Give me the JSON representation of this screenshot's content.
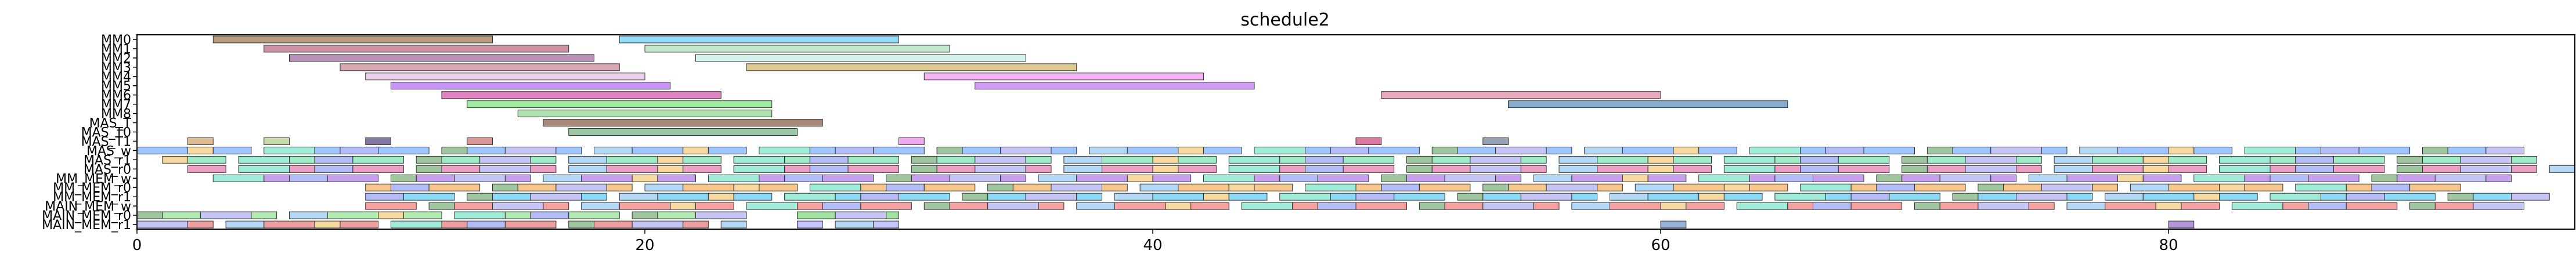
{
  "chart_data": {
    "type": "gantt",
    "title": "schedule2",
    "xlabel": "",
    "ylabel": "",
    "xlim": [
      0,
      96
    ],
    "x_ticks": [
      0,
      20,
      40,
      60,
      80
    ],
    "x_tick_labels": [
      "0",
      "20",
      "40",
      "60",
      "80"
    ],
    "grid": false,
    "legend": "none",
    "rows": [
      "MAIN_MEM_r1",
      "MAIN_MEM_r0",
      "MAIN_MEM_w",
      "MM_MEM_r1",
      "MM_MEM_r0",
      "MM_MEM_w",
      "MAS_r0",
      "MAS_r1",
      "MAS_w",
      "MAS_T1",
      "MAS_T0",
      "MAS_T",
      "MM8",
      "MM7",
      "MM6",
      "MM5",
      "MM4",
      "MM3",
      "MM2",
      "MM1",
      "MM0"
    ],
    "y_tick_labels": [
      "MAIN_MEM_r1",
      "MAIN_MEM_r0",
      "MAIN_MEM_w",
      "MM_MEM_r1",
      "MM_MEM_r0",
      "MM_MEM_w",
      "MAS_r0",
      "MAS_r1",
      "MAS_w",
      "MAS_T1",
      "MAS_T0",
      "MAS_T",
      "MM8",
      "MM7",
      "MM6",
      "MM5",
      "MM4",
      "MM3",
      "MM2",
      "MM1",
      "MM0"
    ],
    "bars": [
      {
        "row": "MM0",
        "start": 3,
        "end": 14,
        "color": "#8b5a2b"
      },
      {
        "row": "MM0",
        "start": 19,
        "end": 30,
        "color": "#4fc3f7"
      },
      {
        "row": "MM1",
        "start": 5,
        "end": 17,
        "color": "#b04a6a"
      },
      {
        "row": "MM1",
        "start": 20,
        "end": 32,
        "color": "#9ad8a8"
      },
      {
        "row": "MM2",
        "start": 6,
        "end": 18,
        "color": "#8a4a8a"
      },
      {
        "row": "MM2",
        "start": 22,
        "end": 35,
        "color": "#b8e8e0"
      },
      {
        "row": "MM3",
        "start": 8,
        "end": 19,
        "color": "#c07080"
      },
      {
        "row": "MM3",
        "start": 24,
        "end": 37,
        "color": "#c8a848"
      },
      {
        "row": "MM4",
        "start": 9,
        "end": 20,
        "color": "#e0b0e0"
      },
      {
        "row": "MM4",
        "start": 31,
        "end": 42,
        "color": "#ee82ee"
      },
      {
        "row": "MM5",
        "start": 10,
        "end": 21,
        "color": "#a24ff0"
      },
      {
        "row": "MM5",
        "start": 33,
        "end": 44,
        "color": "#b05cf0"
      },
      {
        "row": "MM6",
        "start": 12,
        "end": 23,
        "color": "#cc3399"
      },
      {
        "row": "MM6",
        "start": 49,
        "end": 60,
        "color": "#d87093"
      },
      {
        "row": "MM7",
        "start": 13,
        "end": 25,
        "color": "#66dd66"
      },
      {
        "row": "MM7",
        "start": 54,
        "end": 65,
        "color": "#3a7ab0"
      },
      {
        "row": "MM8",
        "start": 15,
        "end": 25,
        "color": "#7acc7a"
      },
      {
        "row": "MAS_T",
        "start": 16,
        "end": 27,
        "color": "#6a3a20"
      },
      {
        "row": "MAS_T0",
        "start": 17,
        "end": 26,
        "color": "#5aa06a"
      },
      {
        "row": "MAS_T1",
        "start": 2,
        "end": 3,
        "color": "#c89050"
      },
      {
        "row": "MAS_T1",
        "start": 5,
        "end": 6,
        "color": "#a0c070"
      },
      {
        "row": "MAS_T1",
        "start": 9,
        "end": 10,
        "color": "#302060"
      },
      {
        "row": "MAS_T1",
        "start": 13,
        "end": 14,
        "color": "#c05050"
      },
      {
        "row": "MAS_T1",
        "start": 30,
        "end": 31,
        "color": "#e070e0"
      },
      {
        "row": "MAS_T1",
        "start": 48,
        "end": 49,
        "color": "#c02060"
      },
      {
        "row": "MAS_T1",
        "start": 53,
        "end": 54,
        "color": "#506080"
      },
      {
        "row": "MAS_w",
        "start": 0,
        "end": 94,
        "color": "#60a0ff",
        "pattern": true
      },
      {
        "row": "MAS_r1",
        "start": 1,
        "end": 95,
        "color": "#60e0a0",
        "pattern": true
      },
      {
        "row": "MAS_r0",
        "start": 2,
        "end": 96,
        "color": "#e060a0",
        "pattern": true
      },
      {
        "row": "MM_MEM_w",
        "start": 3,
        "end": 94,
        "color": "#a060e0",
        "pattern": true
      },
      {
        "row": "MM_MEM_r0",
        "start": 9,
        "end": 92,
        "color": "#f0a040",
        "pattern": true
      },
      {
        "row": "MM_MEM_r1",
        "start": 9,
        "end": 95,
        "color": "#40c0f0",
        "pattern": true
      },
      {
        "row": "MAIN_MEM_w",
        "start": 9,
        "end": 94,
        "color": "#f06060",
        "pattern": true
      },
      {
        "row": "MAIN_MEM_r0",
        "start": 0,
        "end": 24,
        "color": "#80e080",
        "pattern": true
      },
      {
        "row": "MAIN_MEM_r0",
        "start": 26,
        "end": 30,
        "color": "#60d060",
        "pattern": true
      },
      {
        "row": "MAIN_MEM_r1",
        "start": 0,
        "end": 24,
        "color": "#e06060",
        "pattern": true
      },
      {
        "row": "MAIN_MEM_r1",
        "start": 26,
        "end": 30,
        "color": "#a0a0ff",
        "pattern": true
      },
      {
        "row": "MAIN_MEM_r1",
        "start": 60,
        "end": 61,
        "color": "#5080c0"
      },
      {
        "row": "MAIN_MEM_r1",
        "start": 80,
        "end": 81,
        "color": "#8050c0"
      }
    ]
  }
}
